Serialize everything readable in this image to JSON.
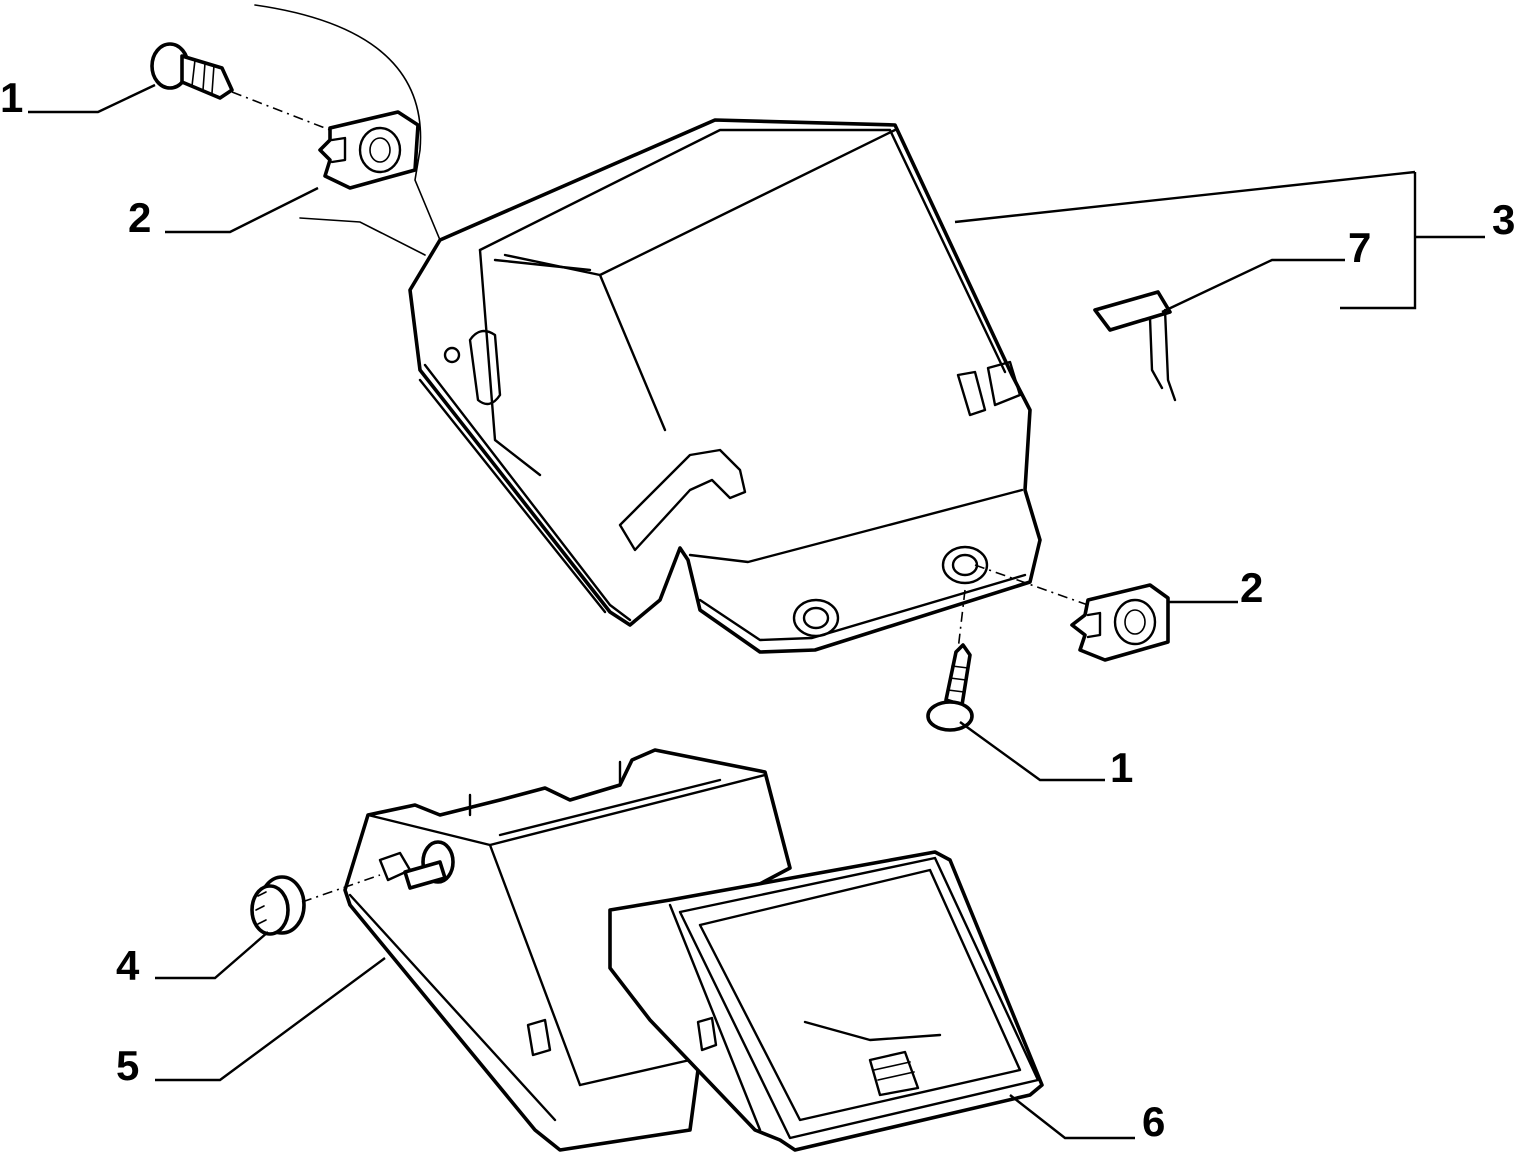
{
  "diagram": {
    "callouts": [
      {
        "id": "c1a",
        "label": "1"
      },
      {
        "id": "c2a",
        "label": "2"
      },
      {
        "id": "c3",
        "label": "3"
      },
      {
        "id": "c7",
        "label": "7"
      },
      {
        "id": "c2b",
        "label": "2"
      },
      {
        "id": "c1b",
        "label": "1"
      },
      {
        "id": "c4",
        "label": "4"
      },
      {
        "id": "c5",
        "label": "5"
      },
      {
        "id": "c6",
        "label": "6"
      }
    ]
  }
}
